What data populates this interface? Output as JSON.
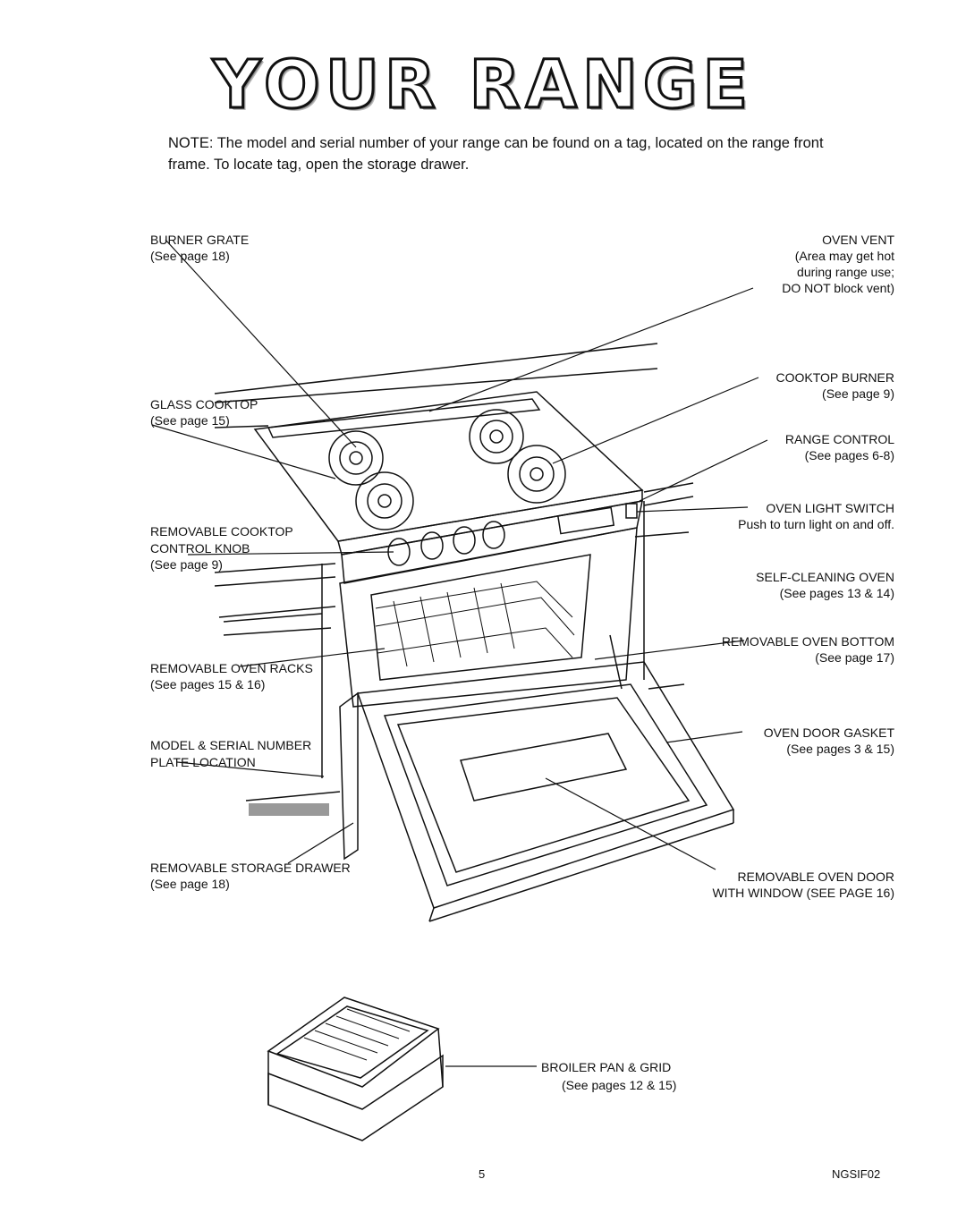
{
  "title": "YOUR RANGE",
  "note": "NOTE: The model and serial number of your range can be found on a tag, located on the range front frame. To locate tag, open the storage drawer.",
  "labels": {
    "burner_grate": {
      "name": "BURNER GRATE",
      "ref": "(See page 18)"
    },
    "glass_cooktop": {
      "name": "GLASS COOKTOP",
      "ref": "(See page 15)"
    },
    "control_knob": {
      "name1": "REMOVABLE COOKTOP",
      "name2": "CONTROL KNOB",
      "ref": "(See page 9)"
    },
    "oven_racks": {
      "name": "REMOVABLE OVEN RACKS",
      "ref": "(See pages 15 & 16)"
    },
    "serial_plate": {
      "name1": "MODEL & SERIAL NUMBER",
      "name2": "PLATE LOCATION"
    },
    "storage_drawer": {
      "name": "REMOVABLE STORAGE DRAWER",
      "ref": "(See page 18)"
    },
    "oven_vent": {
      "name": "OVEN VENT",
      "d1": "(Area may get hot",
      "d2": "during range use;",
      "d3": "DO NOT block vent)"
    },
    "cooktop_burner": {
      "name": "COOKTOP BURNER",
      "ref": "(See page 9)"
    },
    "range_control": {
      "name": "RANGE CONTROL",
      "ref": "(See pages 6-8)"
    },
    "oven_light": {
      "name": "OVEN LIGHT SWITCH",
      "desc": "Push to turn light on and off."
    },
    "self_cleaning": {
      "name": "SELF-CLEANING OVEN",
      "ref": "(See pages 13 & 14)"
    },
    "oven_bottom": {
      "name": "REMOVABLE OVEN BOTTOM",
      "ref": "(See page 17)"
    },
    "door_gasket": {
      "name": "OVEN DOOR GASKET",
      "ref": "(See pages 3 & 15)"
    },
    "oven_door": {
      "name": "REMOVABLE OVEN DOOR",
      "ref": "WITH WINDOW (See page 16)"
    },
    "broiler": {
      "name": "BROILER PAN & GRID",
      "ref": "(See pages 12 & 15)"
    }
  },
  "footer": {
    "page": "5",
    "code": "NGSIF02"
  }
}
